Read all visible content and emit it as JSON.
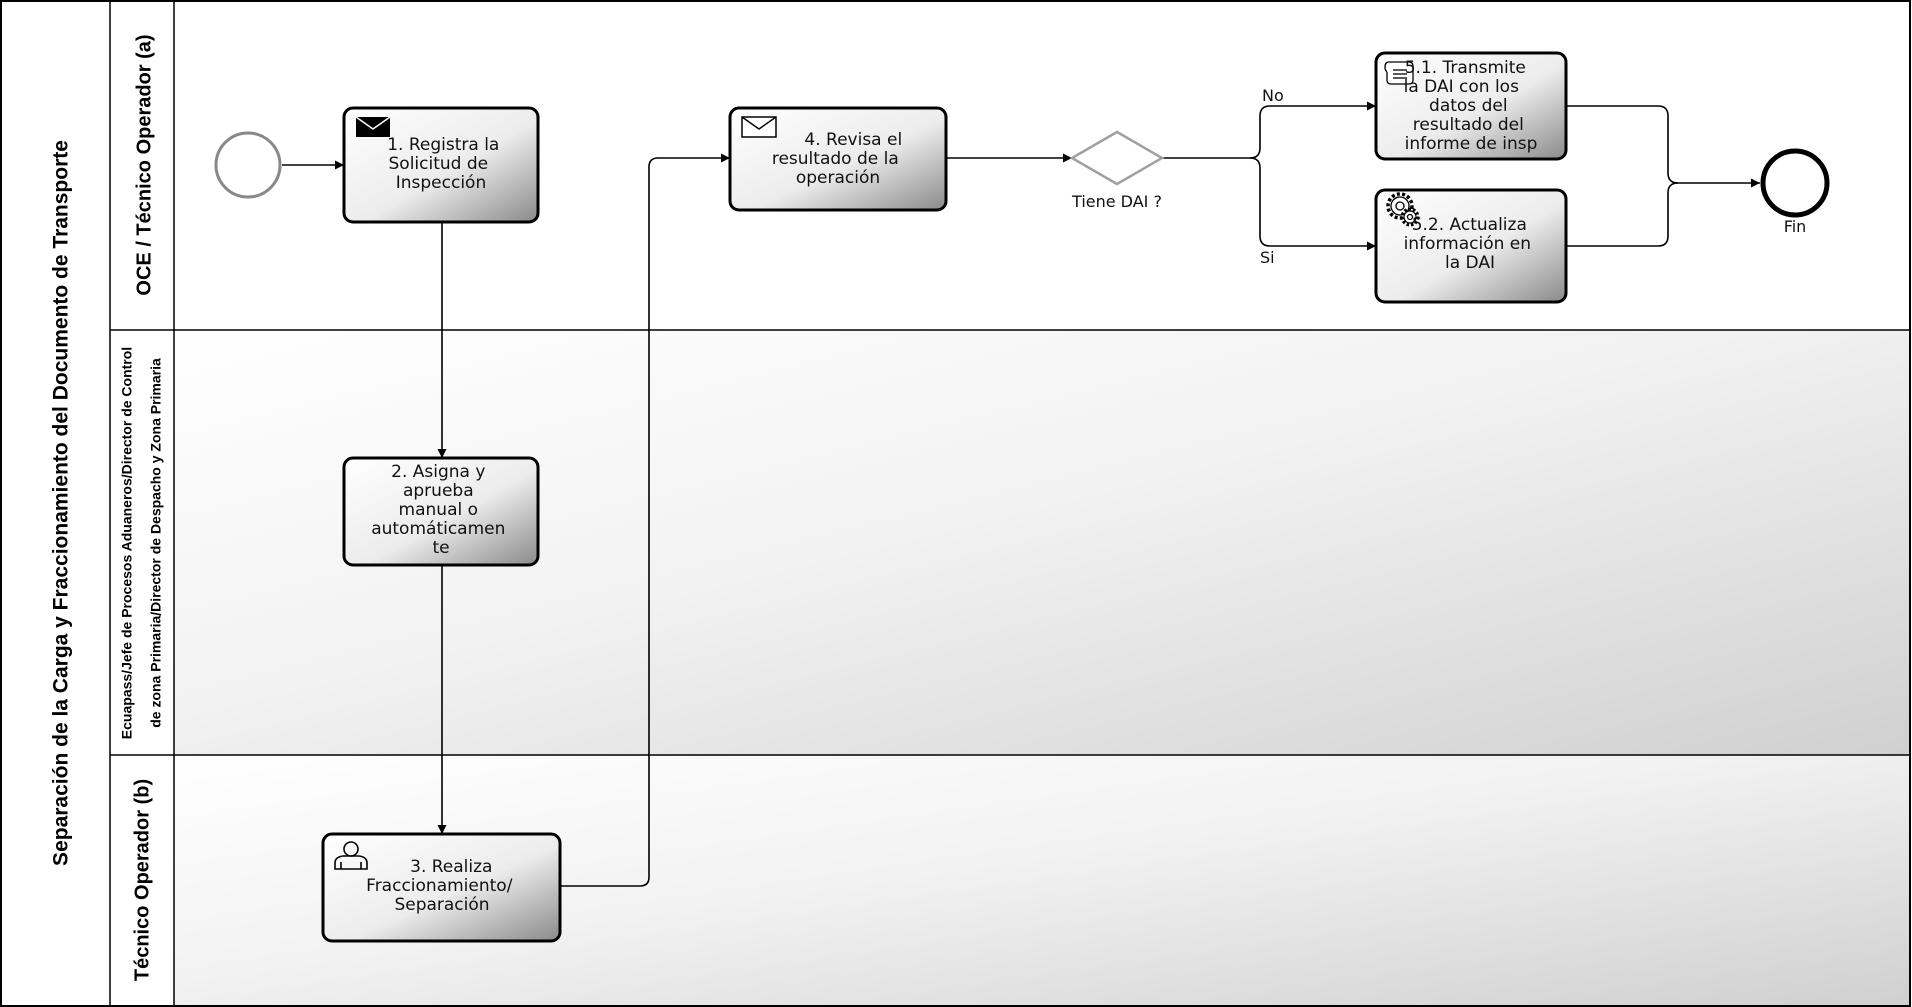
{
  "pool": {
    "title": "Separación de la Carga y Fraccionamiento del Documento de Transporte"
  },
  "lanes": [
    {
      "id": "lane-oce",
      "lines": [
        "OCE / Técnico Operador (a)"
      ]
    },
    {
      "id": "lane-ecuapass",
      "lines": [
        "Ecuapass/Jefe de Procesos Aduaneros/Director de Control",
        "de zona Primaria/Director de Despacho y Zona Primaria"
      ]
    },
    {
      "id": "lane-tecnico",
      "lines": [
        "Técnico Operador  (b)"
      ]
    }
  ],
  "tasks": [
    {
      "id": "task-1",
      "icon": "envelope-filled-icon",
      "lines": [
        "1. Registra la",
        "Solicitud de",
        "Inspección"
      ]
    },
    {
      "id": "task-2",
      "icon": "",
      "lines": [
        "2. Asigna y",
        "aprueba",
        "manual o",
        "automáticamen",
        "te"
      ]
    },
    {
      "id": "task-3",
      "icon": "user-icon",
      "lines": [
        "3. Realiza",
        "Fraccionamiento/",
        "Separación"
      ]
    },
    {
      "id": "task-4",
      "icon": "envelope-outline-icon",
      "lines": [
        "4. Revisa el",
        "resultado de la",
        "operación"
      ]
    },
    {
      "id": "task-5-1",
      "icon": "script-icon",
      "lines": [
        "5.1. Transmite",
        "la DAI  con los",
        "datos del",
        "resultado del",
        "informe de insp"
      ]
    },
    {
      "id": "task-5-2",
      "icon": "gear-icon",
      "lines": [
        "5.2. Actualiza",
        "información en",
        "la DAI"
      ]
    }
  ],
  "gateway": {
    "label": "Tiene DAI ?"
  },
  "flow_labels": {
    "no": "No",
    "si": "Si"
  },
  "end_event": {
    "label": "Fin"
  }
}
